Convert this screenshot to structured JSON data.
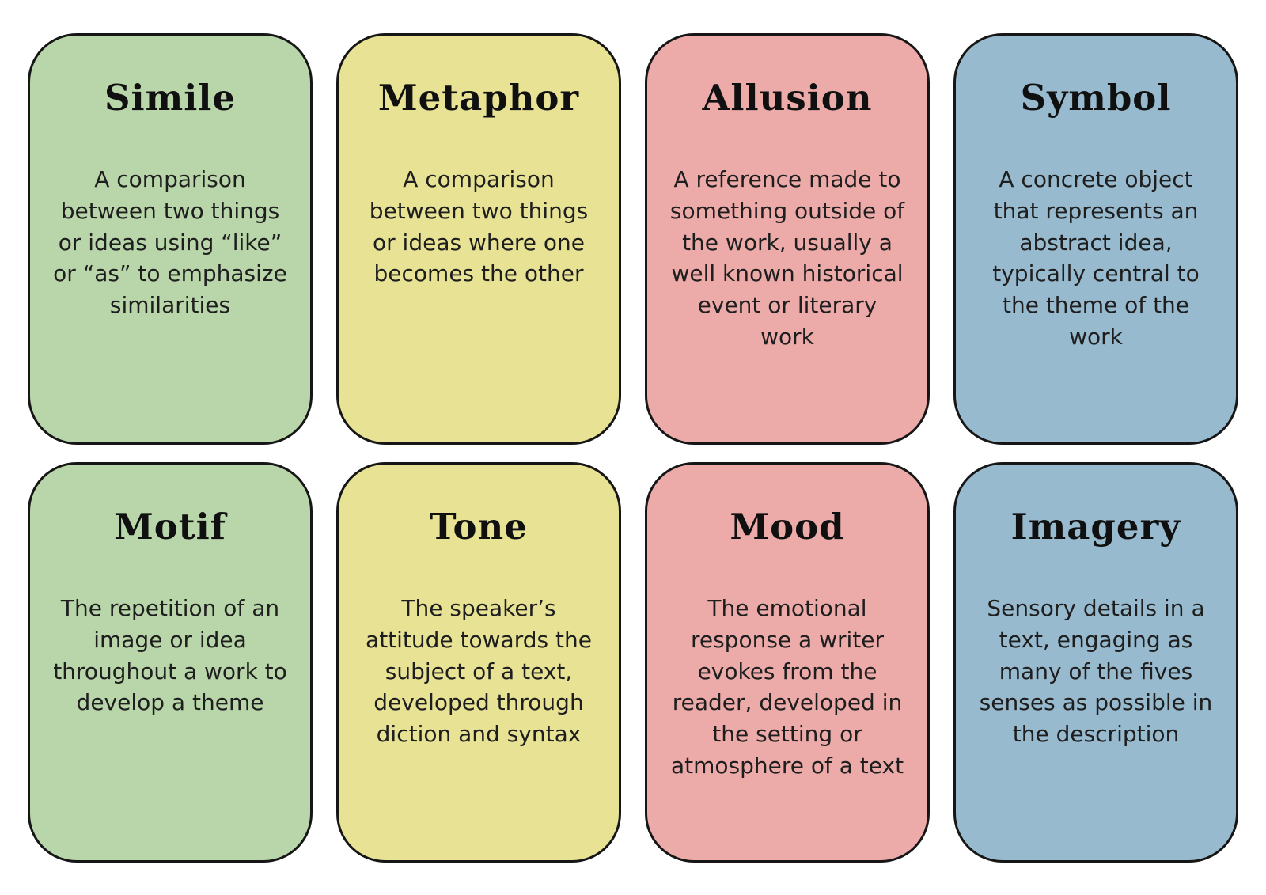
{
  "page": {
    "background_color": "#ffffff",
    "border_color": "#161616",
    "text_color": "#1e1e1e",
    "title_color": "#101010"
  },
  "cards": [
    {
      "title": "Simile",
      "definition": "A comparison between two things or ideas using “like” or “as” to emphasize similarities",
      "color": "#b9d6aa"
    },
    {
      "title": "Metaphor",
      "definition": "A comparison between two things or ideas where one becomes the other",
      "color": "#e8e295"
    },
    {
      "title": "Allusion",
      "definition": "A reference made to something outside of the work, usually a well known historical event or literary work",
      "color": "#ecaaa9"
    },
    {
      "title": "Symbol",
      "definition": "A concrete object that represents an abstract idea, typically central to the theme of the work",
      "color": "#98bacf"
    },
    {
      "title": "Motif",
      "definition": "The repetition of an image or idea throughout a work to develop a theme",
      "color": "#b9d6aa"
    },
    {
      "title": "Tone",
      "definition": "The speaker’s attitude towards the subject of a text, developed through diction and syntax",
      "color": "#e8e295"
    },
    {
      "title": "Mood",
      "definition": "The emotional response a writer evokes from the reader, developed in the setting or atmosphere of a text",
      "color": "#ecaaa9"
    },
    {
      "title": "Imagery",
      "definition": "Sensory details in a text, engaging as many of the fives senses as possible in the description",
      "color": "#98bacf"
    }
  ]
}
